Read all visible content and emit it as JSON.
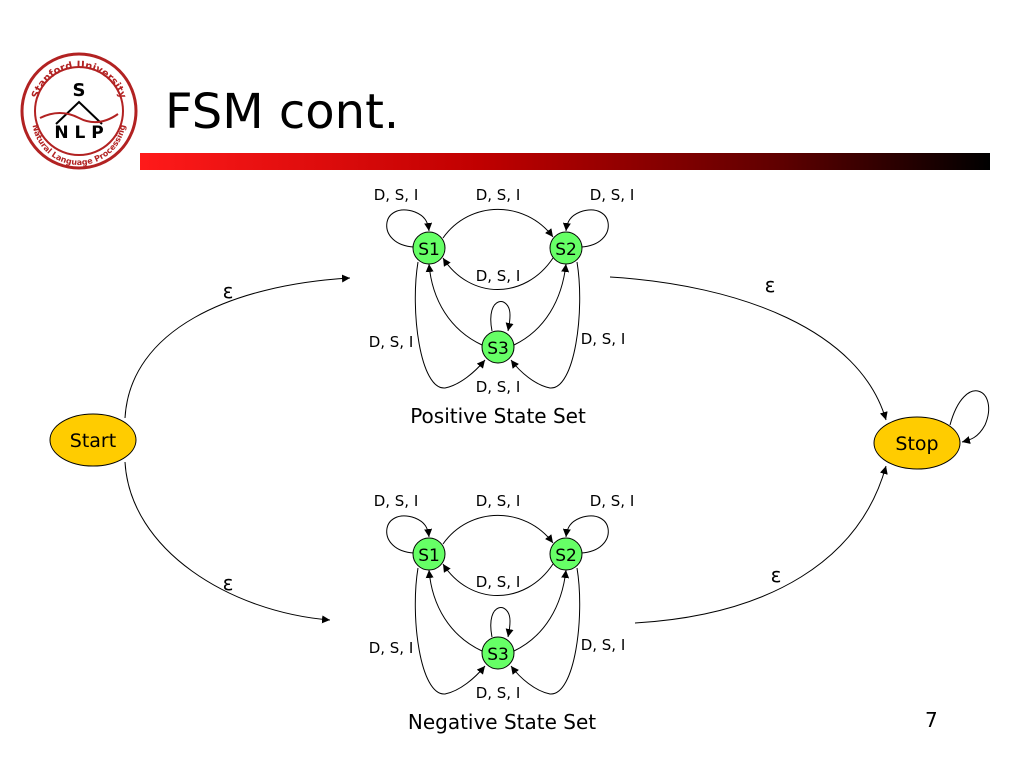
{
  "slide": {
    "title": "FSM cont.",
    "page_number": "7"
  },
  "logo": {
    "top_text": "Stanford University",
    "bottom_text": "Natural Language Processing",
    "letter_s": "S",
    "letters_nlp": "N L P"
  },
  "diagram": {
    "start_label": "Start",
    "stop_label": "Stop",
    "epsilon": "ε",
    "edge_label": "D, S, I",
    "positive_set": {
      "caption": "Positive State Set",
      "states": [
        "S1",
        "S2",
        "S3"
      ]
    },
    "negative_set": {
      "caption": "Negative State Set",
      "states": [
        "S1",
        "S2",
        "S3"
      ]
    }
  },
  "colors": {
    "state_fill": "#66ff66",
    "terminal_fill": "#ffcc00",
    "bar_start": "#ff1a1a",
    "bar_end": "#000000"
  }
}
